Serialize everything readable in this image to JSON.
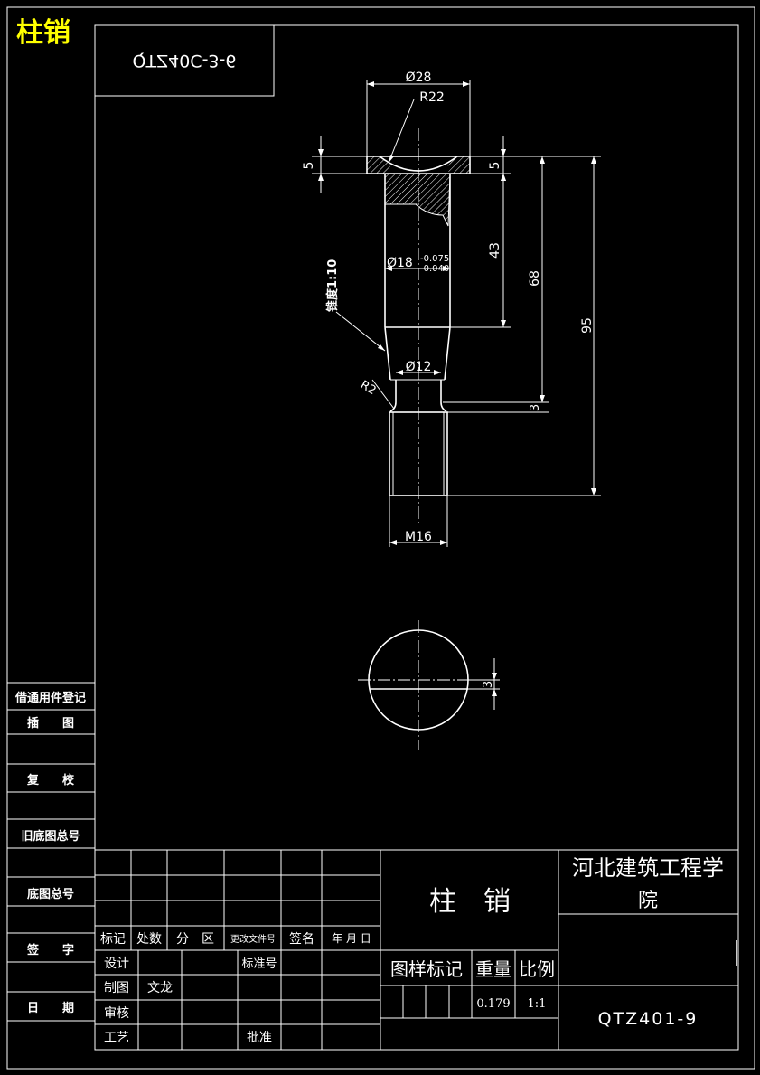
{
  "corner_title": "柱销",
  "drawing_code_mirrored": "QTZ40C-3-6",
  "part_view": {
    "dims": {
      "top_diameter": "Ø28",
      "top_radius": "R22",
      "top_step_left": "5",
      "top_step_right": "5",
      "shank_diameter": "Ø18",
      "shank_tol_upper": "-0.075",
      "shank_tol_lower": "-0.040",
      "len_43": "43",
      "len_68": "68",
      "len_95": "95",
      "taper_note": "锥度1:10",
      "neck_diameter": "Ø12",
      "neck_radius": "R2",
      "groove_len": "3",
      "thread": "M16"
    }
  },
  "end_view": {
    "flat_dim": "3"
  },
  "left_stamp": {
    "rows": [
      "借通用件登记",
      "插　　图",
      "",
      "复　　校",
      "旧底图总号",
      "底图总号",
      "签　　字",
      "日　　期"
    ]
  },
  "title_block": {
    "rev_header": [
      "标记",
      "处数",
      "分　区",
      "更改文件号",
      "签名",
      "年 月 日"
    ],
    "part_name": "柱　销",
    "institution_line1": "河北建筑工程学",
    "institution_line2": "院",
    "design_label": "设计",
    "std_label": "标准号",
    "draw_label": "制图",
    "draw_name": "文龙",
    "check_label": "审核",
    "process_label": "工艺",
    "approve_label": "批准",
    "sample_mark_label": "图样标记",
    "weight_label": "重量",
    "scale_label": "比例",
    "weight_value": "0.179",
    "scale_value": "1:1",
    "drawing_no": "QTZ401-9"
  },
  "colors": {
    "background": "#000000",
    "lines": "#ffffff",
    "corner_title": "#ffff00"
  }
}
